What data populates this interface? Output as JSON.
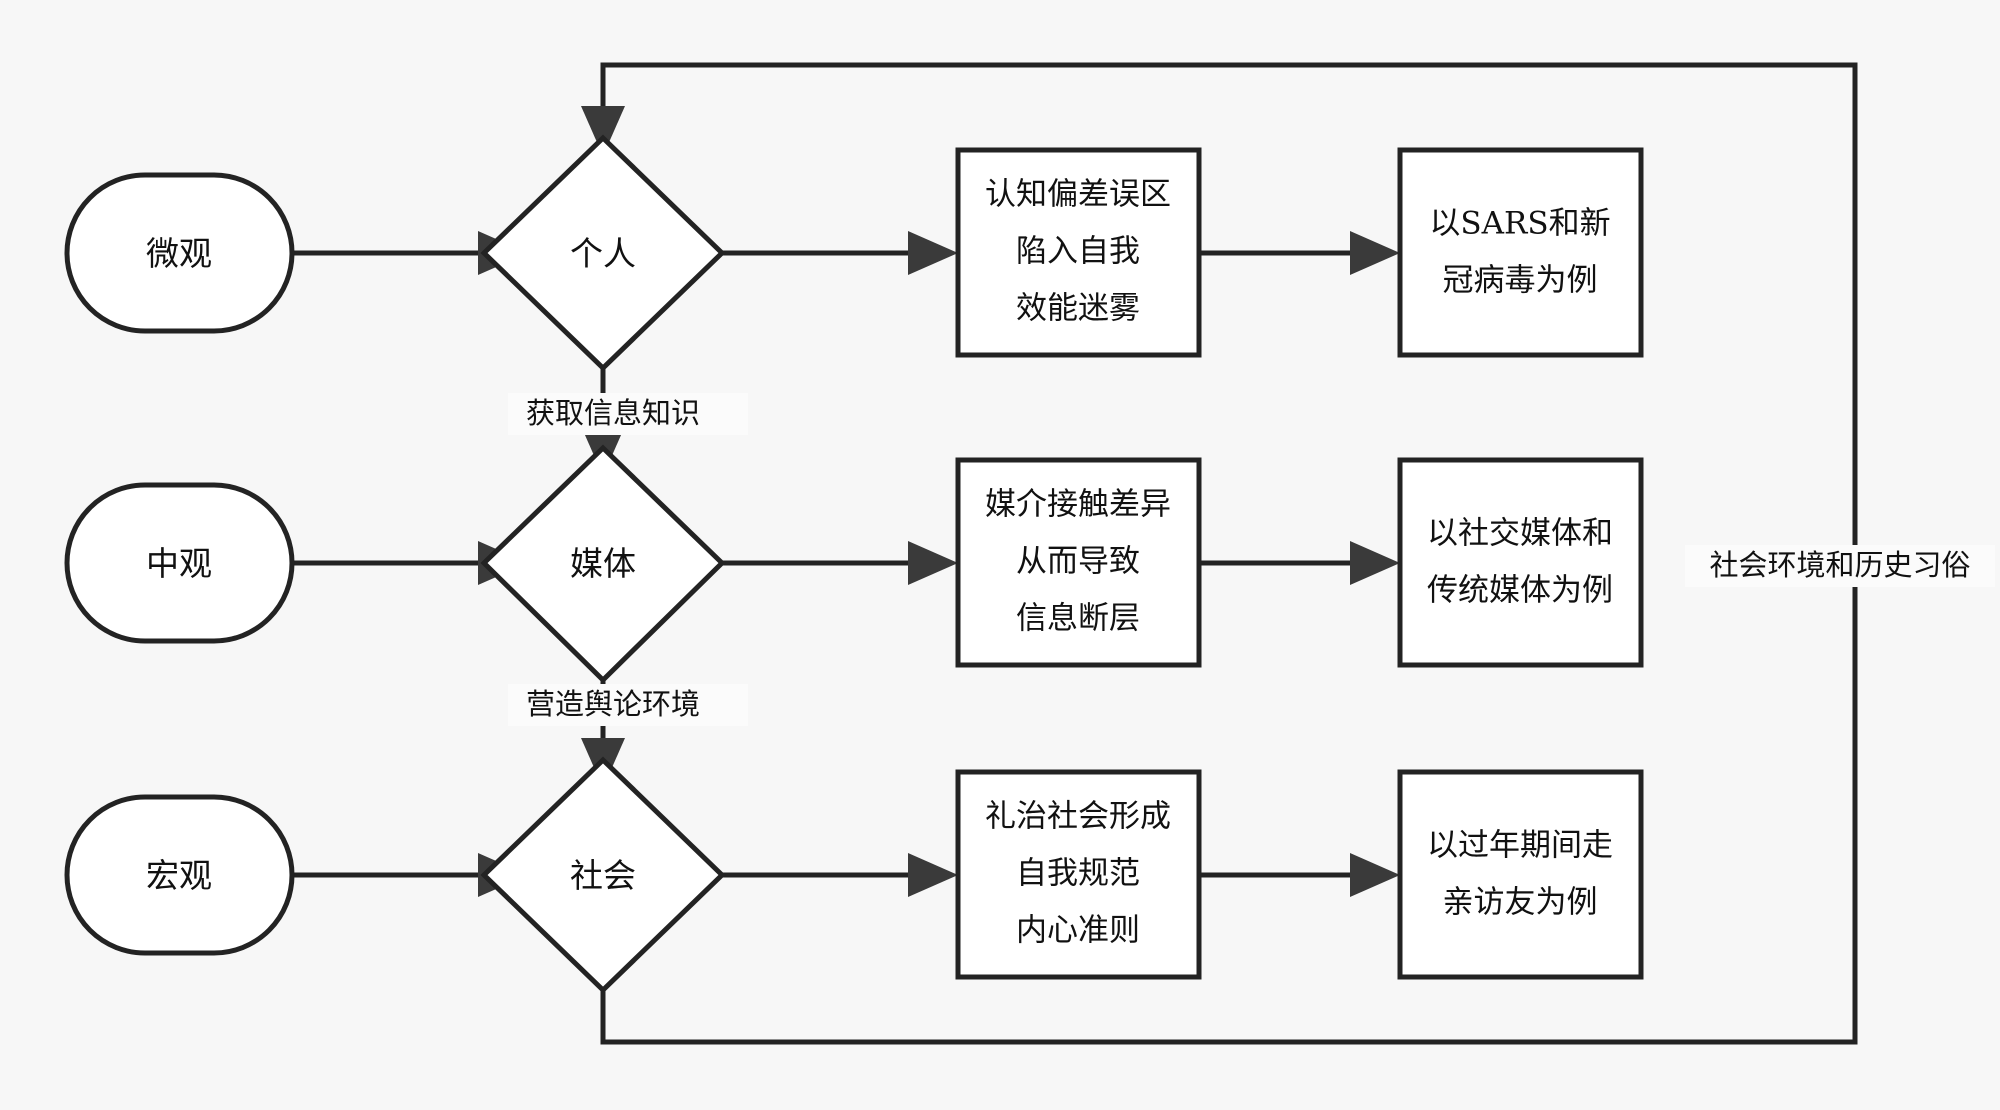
{
  "diagram": {
    "type": "flowchart",
    "title": "",
    "background_color": "#f7f7f7",
    "line_color": "#232323",
    "shape_fill": "#ffffff",
    "text_color": "#111111",
    "terminators": [
      {
        "id": "micro",
        "label": "微观",
        "shape": "stadium"
      },
      {
        "id": "meso",
        "label": "中观",
        "shape": "stadium"
      },
      {
        "id": "macro",
        "label": "宏观",
        "shape": "stadium"
      }
    ],
    "decisions": [
      {
        "id": "individual",
        "label": "个人",
        "shape": "diamond"
      },
      {
        "id": "media",
        "label": "媒体",
        "shape": "diamond"
      },
      {
        "id": "society",
        "label": "社会",
        "shape": "diamond"
      }
    ],
    "processes": [
      {
        "id": "p1",
        "shape": "rect",
        "lines": [
          "认知偏差误区",
          "陷入自我",
          "效能迷雾"
        ]
      },
      {
        "id": "p2",
        "shape": "rect",
        "lines": [
          "媒介接触差异",
          "从而导致",
          "信息断层"
        ]
      },
      {
        "id": "p3",
        "shape": "rect",
        "lines": [
          "礼治社会形成",
          "自我规范",
          "内心准则"
        ]
      }
    ],
    "examples": [
      {
        "id": "e1",
        "shape": "rect",
        "lines": [
          "以SARS和新",
          "冠病毒为例"
        ]
      },
      {
        "id": "e2",
        "shape": "rect",
        "lines": [
          "以社交媒体和",
          "传统媒体为例"
        ]
      },
      {
        "id": "e3",
        "shape": "rect",
        "lines": [
          "以过年期间走",
          "亲访友为例"
        ]
      }
    ],
    "edge_labels": [
      {
        "id": "el1",
        "label": "获取信息知识",
        "from": "individual",
        "to": "media"
      },
      {
        "id": "el2",
        "label": "营造舆论环境",
        "from": "media",
        "to": "society"
      },
      {
        "id": "el3",
        "label": "社会环境和历史习俗",
        "from": "society",
        "to": "individual"
      }
    ]
  }
}
